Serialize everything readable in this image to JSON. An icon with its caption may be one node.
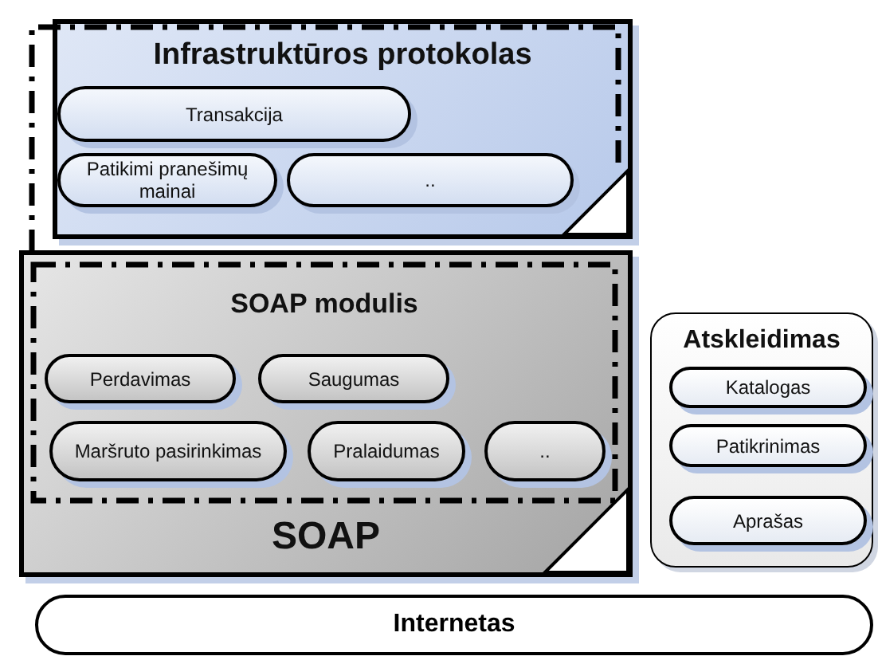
{
  "diagram": {
    "nodes": [
      {
        "text": [
          "Infrastruktūros protokolas"
        ]
      },
      {
        "text": [
          "Transakcija"
        ],
        "in": 0
      },
      {
        "text": [
          "Patikimi pranešimų mainai"
        ],
        "in": 0
      },
      {
        "text": [
          ".."
        ],
        "in": 0
      },
      {
        "text": [
          "SOAP"
        ]
      },
      {
        "text": [
          "SOAP modulis"
        ],
        "in": 4
      },
      {
        "text": [
          "Perdavimas"
        ],
        "in": 5
      },
      {
        "text": [
          "Saugumas"
        ],
        "in": 5
      },
      {
        "text": [
          "Maršruto pasirinkimas"
        ],
        "in": 5
      },
      {
        "text": [
          "Pralaidumas"
        ],
        "in": 5
      },
      {
        "text": [
          ".."
        ],
        "in": 5
      },
      {
        "text": [
          "Atskleidimas"
        ]
      },
      {
        "text": [
          "Katalogas"
        ],
        "in": 11
      },
      {
        "text": [
          "Patikrinimas"
        ],
        "in": 11
      },
      {
        "text": [
          "Aprašas"
        ],
        "in": 11
      },
      {
        "text": [
          "Internetas"
        ]
      }
    ]
  }
}
